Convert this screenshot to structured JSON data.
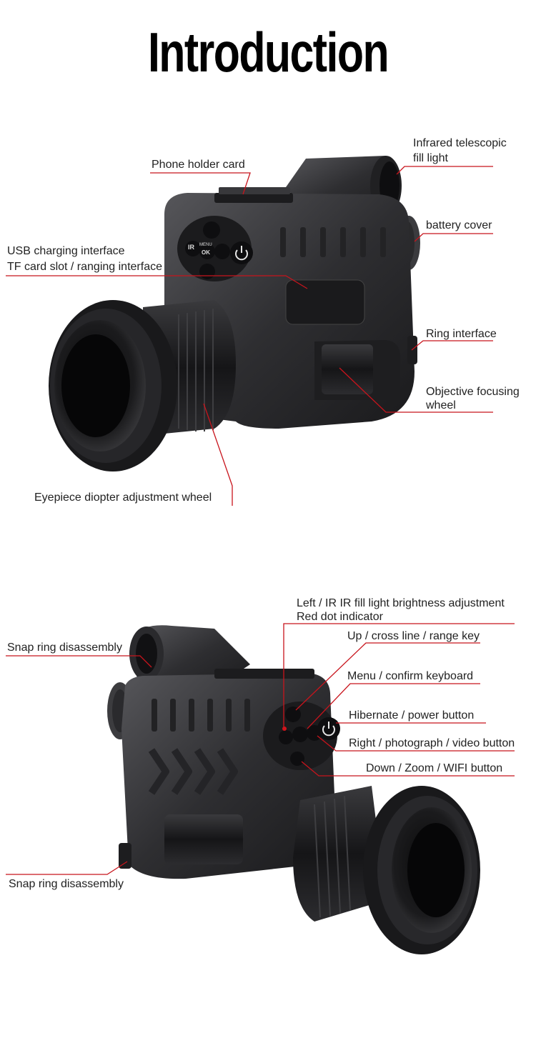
{
  "title": "Introduction",
  "labels_top": {
    "phone_holder": "Phone holder card",
    "infrared_1": "Infrared telescopic",
    "infrared_2": "fill light",
    "battery": "battery cover",
    "usb": "USB charging interface",
    "tf": "TF card slot / ranging interface",
    "ring": "Ring interface",
    "objective_1": "Objective focusing",
    "objective_2": "wheel",
    "eyepiece": "Eyepiece diopter adjustment wheel"
  },
  "labels_bottom": {
    "left_ir": "Left / IR IR fill light brightness adjustment",
    "red_dot": "Red dot indicator",
    "snap_1": "Snap ring disassembly",
    "up": "Up / cross line / range key",
    "menu": "Menu / confirm keyboard",
    "hibernate": "Hibernate / power button",
    "right": "Right / photograph / video button",
    "down": "Down / Zoom / WIFI button",
    "snap_2": "Snap ring disassembly"
  },
  "buttons": {
    "ir": "IR",
    "menu": "MENU",
    "ok": "OK"
  },
  "colors": {
    "leader": "#c8141c",
    "body": "#2a2a2c",
    "body_light": "#4a4a4e"
  }
}
